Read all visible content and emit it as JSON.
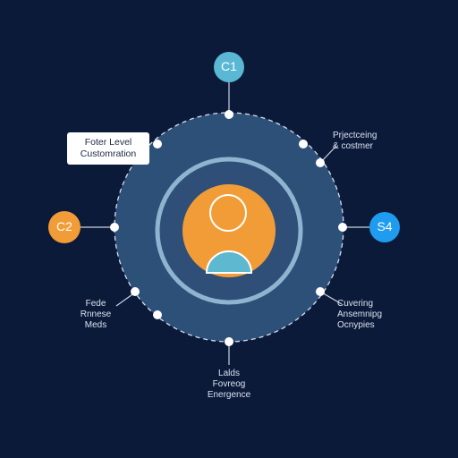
{
  "colors": {
    "background": "#0c1a3a",
    "outer_ring": "#2d5079",
    "inner_ring": "#8fb4cf",
    "center_circle": "#f29c38",
    "avatar_head_stroke": "#ffffff",
    "avatar_body": "#5db8d0",
    "node_c1": "#5ab8d4",
    "node_c2": "#f29c38",
    "node_s4": "#1f9cf0",
    "connector": "#c8d2e0",
    "dot": "#ffffff"
  },
  "nodes": {
    "top": {
      "label": "C1"
    },
    "left": {
      "label": "C2"
    },
    "right": {
      "label": "S4"
    }
  },
  "callout_box": {
    "line1": "Foter Level",
    "line2": "Customration"
  },
  "labels": {
    "top_right": {
      "line1": "Prjectceing",
      "line2": "& costmer"
    },
    "bottom_right": {
      "line1": "Cuvering",
      "line2": "Ansemnipg",
      "line3": "Ocnypies"
    },
    "bottom_left": {
      "line1": "Fede",
      "line2": "Rnnese",
      "line3": "Meds"
    },
    "bottom": {
      "line1": "Lalds",
      "line2": "Fovreog",
      "line3": "Energence"
    }
  }
}
